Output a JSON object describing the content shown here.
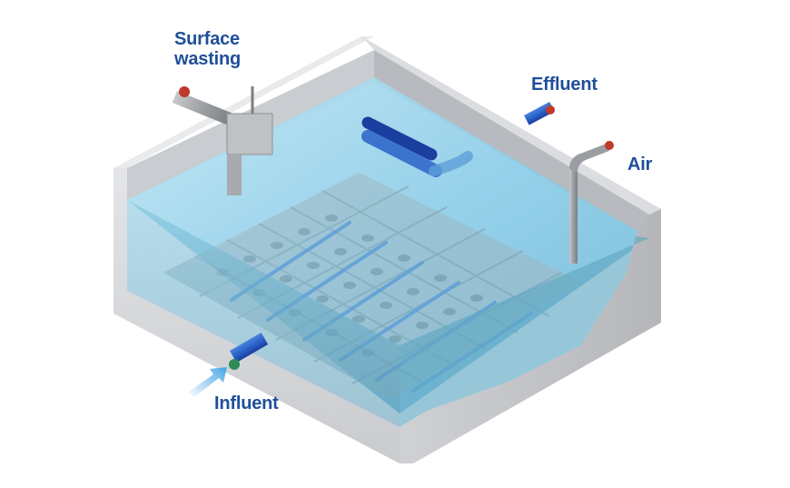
{
  "labels": {
    "surface_wasting_line1": "Surface",
    "surface_wasting_line2": "wasting",
    "effluent": "Effluent",
    "air": "Air",
    "influent": "Influent"
  },
  "colors": {
    "label_text": "#1f4f9a",
    "water_surface": "#8ccde8",
    "water_deep": "#5fa7c3",
    "concrete": "#d7d8da",
    "concrete_dark": "#b5b7ba",
    "pipe_blue": "#2a63c8",
    "pipe_dark_blue": "#1b3f9e",
    "lateral_blue": "#5f9fd8",
    "pipe_grey": "#9a9da1",
    "influent_arrow": "#49a6e8"
  },
  "icons": {
    "surface_wasting_box": "skimmer-box",
    "influent_arrow": "arrow-right",
    "pipe_caps": "valve-cap"
  }
}
